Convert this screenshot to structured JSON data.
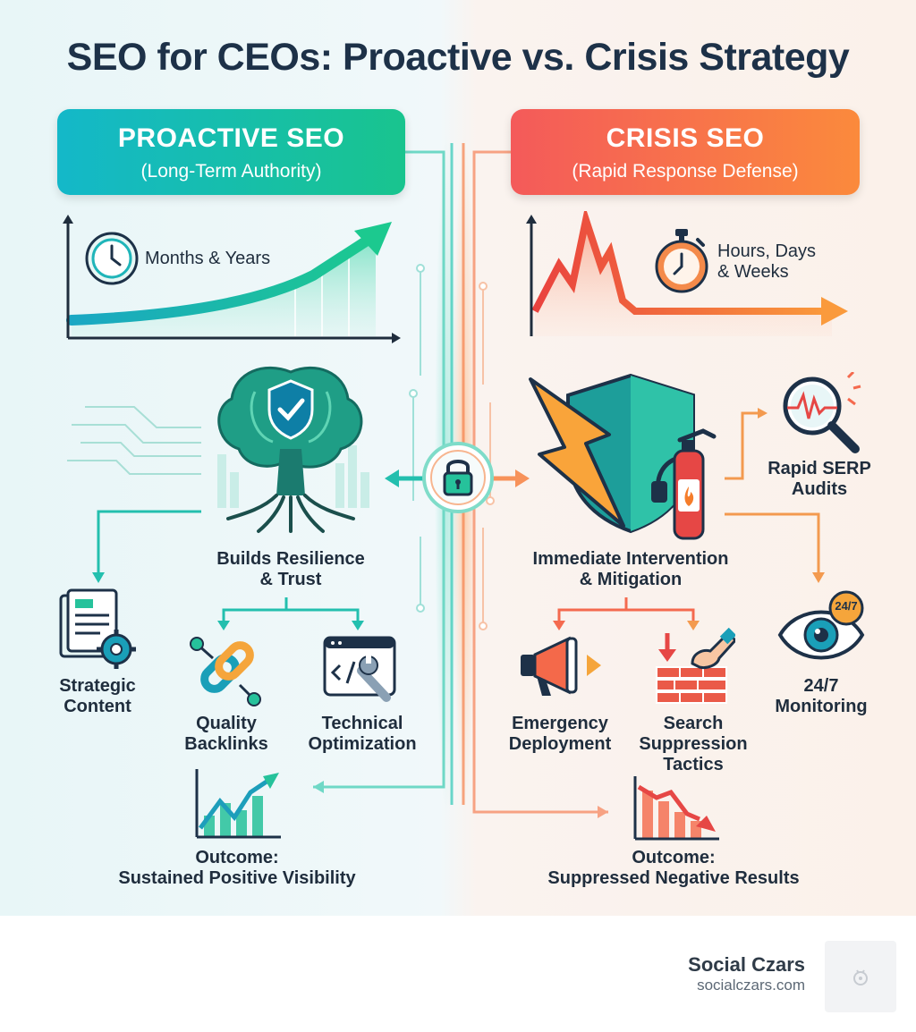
{
  "title": "SEO for CEOs: Proactive vs. Crisis Strategy",
  "proactive": {
    "heading": "PROACTIVE SEO",
    "subheading": "(Long-Term Authority)",
    "timeframe": "Months & Years",
    "core_line1": "Builds Resilience",
    "core_line2": "& Trust",
    "items": {
      "content_line1": "Strategic",
      "content_line2": "Content",
      "backlinks_line1": "Quality",
      "backlinks_line2": "Backlinks",
      "technical_line1": "Technical",
      "technical_line2": "Optimization"
    },
    "outcome_line1": "Outcome:",
    "outcome_line2": "Sustained Positive Visibility"
  },
  "crisis": {
    "heading": "CRISIS SEO",
    "subheading": "(Rapid Response Defense)",
    "timeframe_line1": "Hours, Days",
    "timeframe_line2": "& Weeks",
    "core_line1": "Immediate Intervention",
    "core_line2": "& Mitigation",
    "items": {
      "audits_line1": "Rapid SERP",
      "audits_line2": "Audits",
      "monitoring_line1": "24/7",
      "monitoring_line2": "Monitoring",
      "monitoring_badge": "24/7",
      "deployment_line1": "Emergency",
      "deployment_line2": "Deployment",
      "suppression_line1": "Search",
      "suppression_line2": "Suppression",
      "suppression_line3": "Tactics"
    },
    "outcome_line1": "Outcome:",
    "outcome_line2": "Suppressed Negative Results"
  },
  "footer": {
    "brand_name": "Social Czars",
    "brand_url": "socialczars.com"
  },
  "colors": {
    "proactive_accent": "#1cc3a4",
    "crisis_accent": "#f66a4a",
    "title": "#1d3148"
  }
}
